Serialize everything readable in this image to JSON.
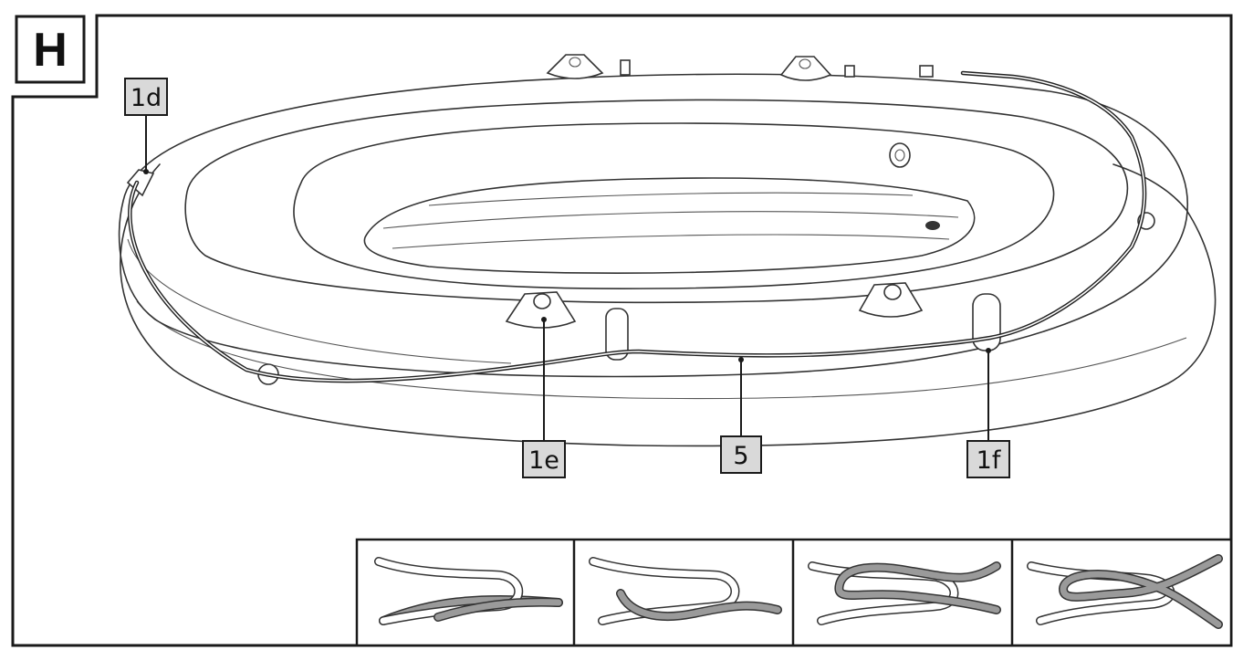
{
  "step": {
    "letter": "H"
  },
  "callouts": {
    "c1d": "1d",
    "c1e": "1e",
    "c5": "5",
    "c1f": "1f"
  },
  "colors": {
    "frame": "#1a1a1a",
    "label_fill": "#d9d9d9",
    "rope_light": "#ffffff",
    "rope_dark": "#9a9a9a"
  },
  "knot_steps": {
    "count_shown": 4
  }
}
